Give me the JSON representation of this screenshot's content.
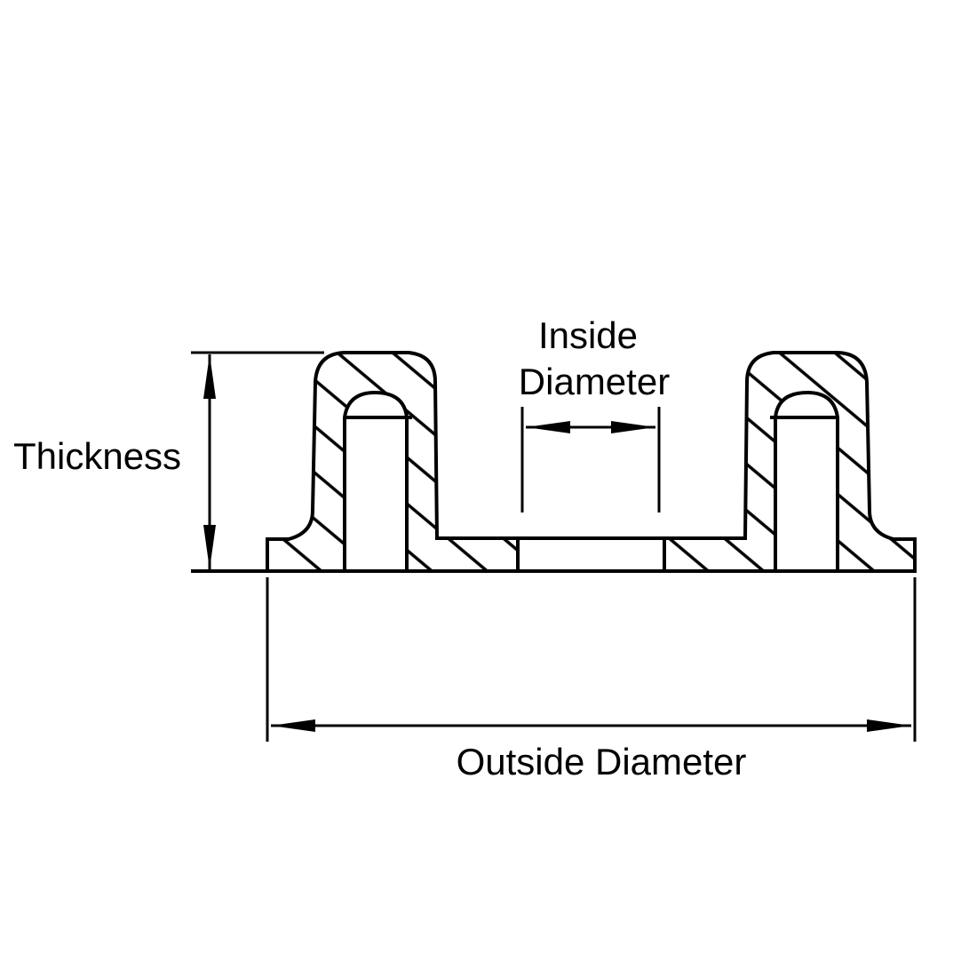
{
  "labels": {
    "thickness": "Thickness",
    "inside_line1": "Inside",
    "inside_line2": "Diameter",
    "outside": "Outside Diameter"
  },
  "colors": {
    "line": "#000000",
    "background": "#ffffff"
  }
}
